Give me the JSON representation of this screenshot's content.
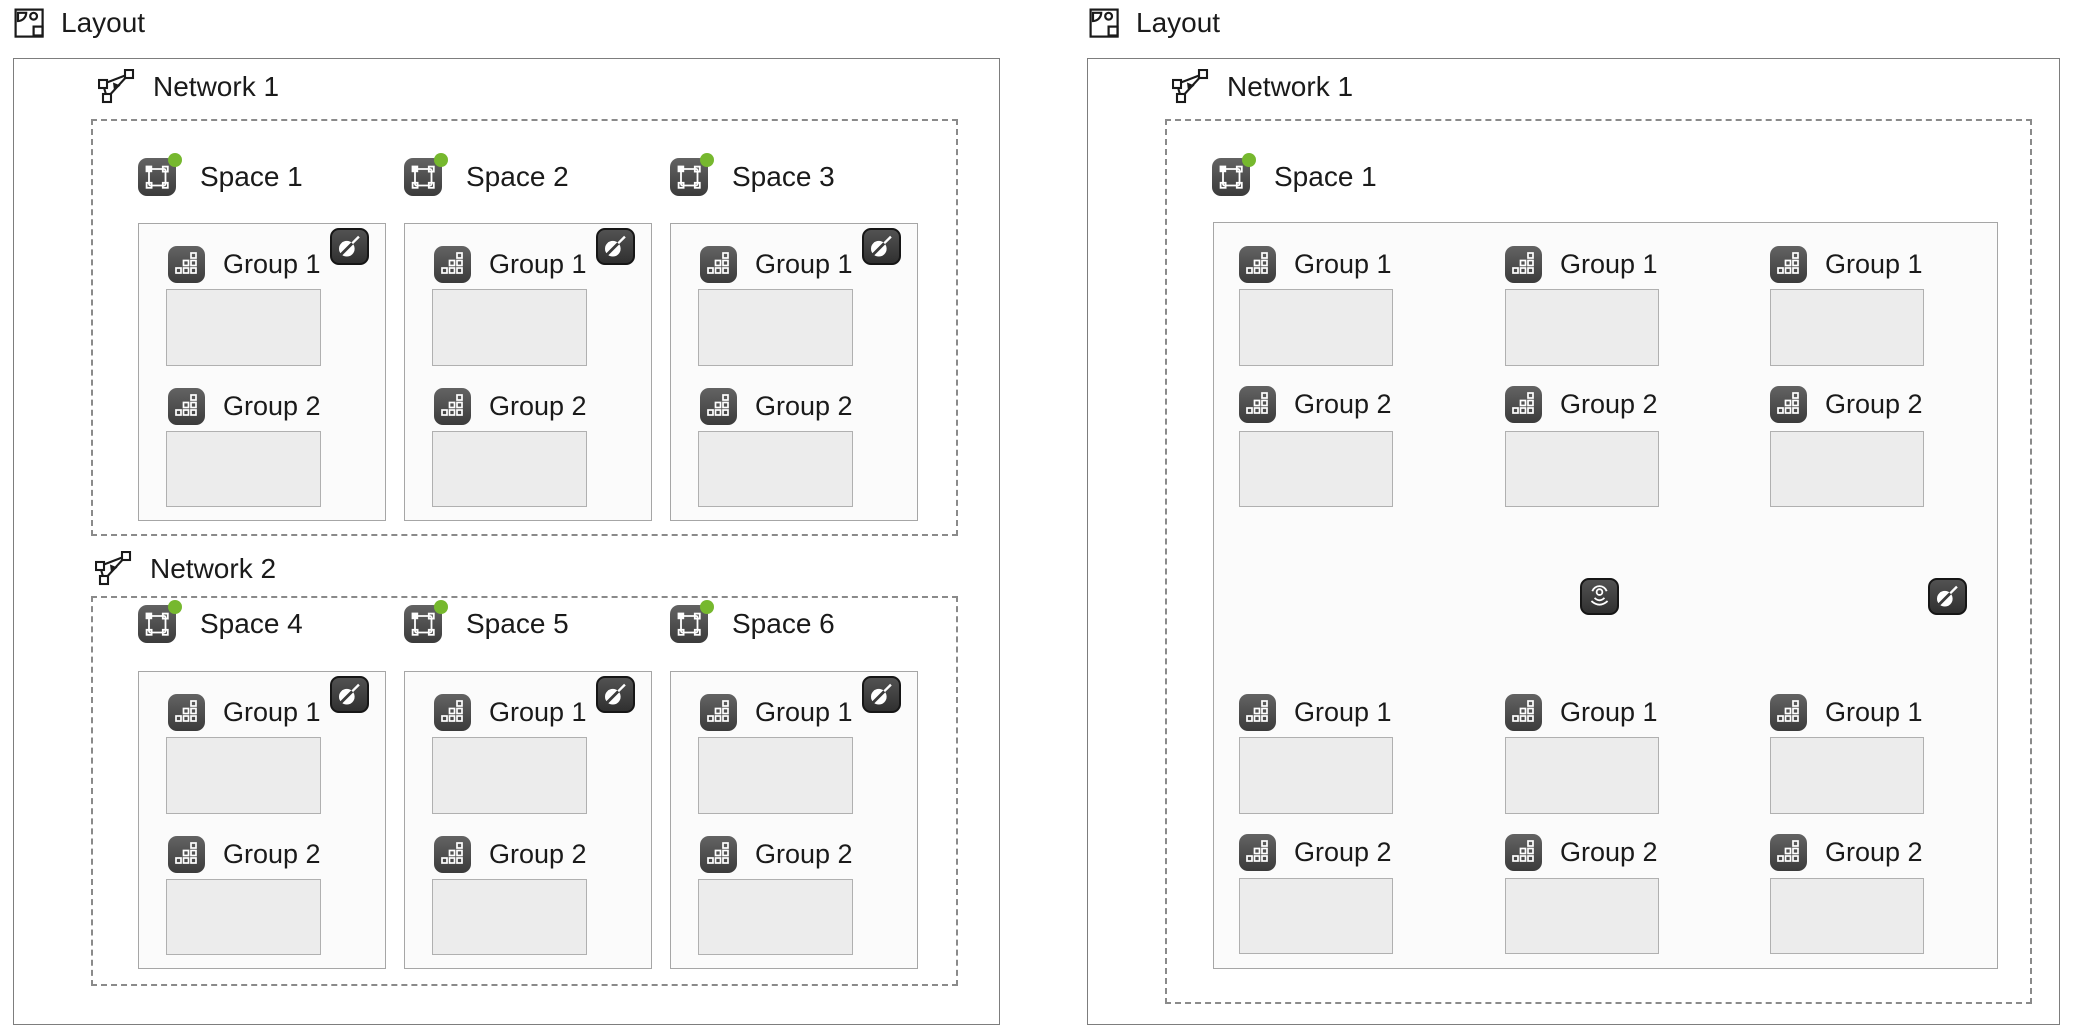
{
  "colors": {
    "status_online_green": "#76b82e",
    "tile_gradient_top": "#636363",
    "tile_gradient_bottom": "#3b3b3b"
  },
  "icons": {
    "layout": "layout-shapes-frame",
    "network": "triangle-node-network",
    "space": "selection-frame-with-handles",
    "group": "staircase-squares-cluster",
    "switch": "round-knob-with-lever",
    "sensor": "presence-sensor-waves",
    "status": "green-online-dot"
  },
  "left_view": {
    "title": "Layout",
    "networks": [
      {
        "name": "Network 1",
        "spaces": [
          {
            "name": "Space 1",
            "status": "online",
            "groups": [
              {
                "name": "Group 1",
                "badge": "switch"
              },
              {
                "name": "Group 2"
              }
            ]
          },
          {
            "name": "Space 2",
            "status": "online",
            "groups": [
              {
                "name": "Group 1",
                "badge": "switch"
              },
              {
                "name": "Group 2"
              }
            ]
          },
          {
            "name": "Space 3",
            "status": "online",
            "groups": [
              {
                "name": "Group 1",
                "badge": "switch"
              },
              {
                "name": "Group 2"
              }
            ]
          }
        ]
      },
      {
        "name": "Network 2",
        "spaces": [
          {
            "name": "Space 4",
            "status": "online",
            "groups": [
              {
                "name": "Group 1",
                "badge": "switch"
              },
              {
                "name": "Group 2"
              }
            ]
          },
          {
            "name": "Space 5",
            "status": "online",
            "groups": [
              {
                "name": "Group 1",
                "badge": "switch"
              },
              {
                "name": "Group 2"
              }
            ]
          },
          {
            "name": "Space 6",
            "status": "online",
            "groups": [
              {
                "name": "Group 1",
                "badge": "switch"
              },
              {
                "name": "Group 2"
              }
            ]
          }
        ]
      }
    ]
  },
  "right_view": {
    "title": "Layout",
    "network": {
      "name": "Network 1"
    },
    "space": {
      "name": "Space 1",
      "status": "online",
      "group_rows": [
        [
          "Group 1",
          "Group 1",
          "Group 1"
        ],
        [
          "Group 2",
          "Group 2",
          "Group 2"
        ],
        [
          "Group 1",
          "Group 1",
          "Group 1"
        ],
        [
          "Group 2",
          "Group 2",
          "Group 2"
        ]
      ],
      "devices": [
        {
          "type": "sensor"
        },
        {
          "type": "switch"
        }
      ]
    }
  }
}
